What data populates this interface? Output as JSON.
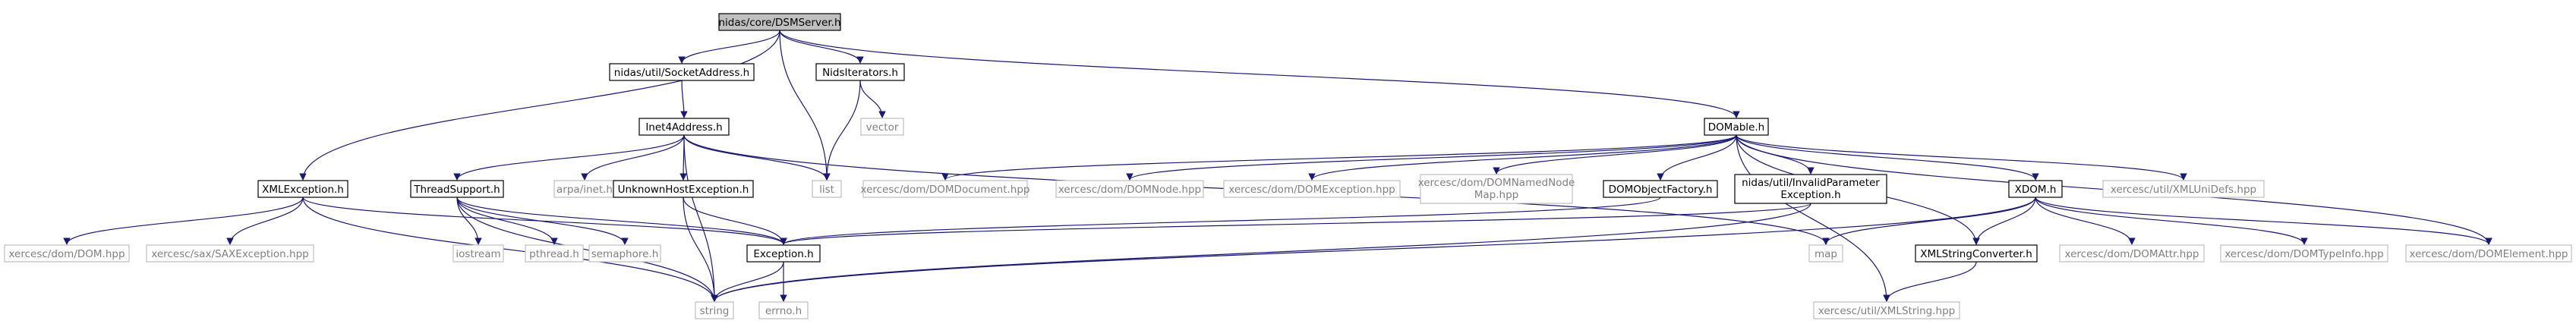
{
  "colors": {
    "edge": "#191970",
    "root_fill": "#bfbfbf",
    "documented_fill": "#ffffff",
    "documented_stroke": "#000000",
    "documented_text": "#000000",
    "external_stroke": "#bfbfbf",
    "external_text": "#808080"
  },
  "nodes": [
    {
      "id": "dsmserver",
      "label": "nidas/core/DSMServer.h",
      "kind": "root"
    },
    {
      "id": "socketaddress",
      "label": "nidas/util/SocketAddress.h",
      "kind": "documented"
    },
    {
      "id": "nidsiterators",
      "label": "NidsIterators.h",
      "kind": "documented"
    },
    {
      "id": "xmlexception",
      "label": "XMLException.h",
      "kind": "documented"
    },
    {
      "id": "inet4address",
      "label": "Inet4Address.h",
      "kind": "documented"
    },
    {
      "id": "vector",
      "label": "vector",
      "kind": "external"
    },
    {
      "id": "list",
      "label": "list",
      "kind": "external"
    },
    {
      "id": "domable",
      "label": "DOMable.h",
      "kind": "documented"
    },
    {
      "id": "xercesdom",
      "label": "xercesc/dom/DOM.hpp",
      "kind": "external"
    },
    {
      "id": "saxexception",
      "label": "xercesc/sax/SAXException.hpp",
      "kind": "external"
    },
    {
      "id": "threadsupport",
      "label": "ThreadSupport.h",
      "kind": "documented"
    },
    {
      "id": "arpainet",
      "label": "arpa/inet.h",
      "kind": "external"
    },
    {
      "id": "unknownhost",
      "label": "UnknownHostException.h",
      "kind": "documented"
    },
    {
      "id": "iostream",
      "label": "iostream",
      "kind": "external"
    },
    {
      "id": "pthread",
      "label": "pthread.h",
      "kind": "external"
    },
    {
      "id": "semaphore",
      "label": "semaphore.h",
      "kind": "external"
    },
    {
      "id": "exception",
      "label": "Exception.h",
      "kind": "documented"
    },
    {
      "id": "string",
      "label": "string",
      "kind": "external"
    },
    {
      "id": "errno",
      "label": "errno.h",
      "kind": "external"
    },
    {
      "id": "domdocument",
      "label": "xercesc/dom/DOMDocument.hpp",
      "kind": "external"
    },
    {
      "id": "domnode",
      "label": "xercesc/dom/DOMNode.hpp",
      "kind": "external"
    },
    {
      "id": "domexception",
      "label": "xercesc/dom/DOMException.hpp",
      "kind": "external"
    },
    {
      "id": "domnamednodemap",
      "label": "xercesc/dom/DOMNamedNode Map.hpp",
      "lines": [
        "xercesc/dom/DOMNamedNode",
        "Map.hpp"
      ],
      "kind": "external"
    },
    {
      "id": "domobjectfactory",
      "label": "DOMObjectFactory.h",
      "kind": "documented"
    },
    {
      "id": "invalidparam",
      "label": "nidas/util/InvalidParameter Exception.h",
      "lines": [
        "nidas/util/InvalidParameter",
        "Exception.h"
      ],
      "kind": "documented"
    },
    {
      "id": "xdom",
      "label": "XDOM.h",
      "kind": "documented"
    },
    {
      "id": "xmlunidefs",
      "label": "xercesc/util/XMLUniDefs.hpp",
      "kind": "external"
    },
    {
      "id": "map",
      "label": "map",
      "kind": "external"
    },
    {
      "id": "xmlstringconverter",
      "label": "XMLStringConverter.h",
      "kind": "documented"
    },
    {
      "id": "domattr",
      "label": "xercesc/dom/DOMAttr.hpp",
      "kind": "external"
    },
    {
      "id": "domtypeinfo",
      "label": "xercesc/dom/DOMTypeInfo.hpp",
      "kind": "external"
    },
    {
      "id": "domelement",
      "label": "xercesc/dom/DOMElement.hpp",
      "kind": "external"
    },
    {
      "id": "xmlstring",
      "label": "xercesc/util/XMLString.hpp",
      "kind": "external"
    }
  ],
  "edges": [
    [
      "dsmserver",
      "socketaddress"
    ],
    [
      "dsmserver",
      "nidsiterators"
    ],
    [
      "dsmserver",
      "xmlexception"
    ],
    [
      "dsmserver",
      "list"
    ],
    [
      "dsmserver",
      "domable"
    ],
    [
      "socketaddress",
      "inet4address"
    ],
    [
      "nidsiterators",
      "vector"
    ],
    [
      "nidsiterators",
      "list"
    ],
    [
      "inet4address",
      "threadsupport"
    ],
    [
      "inet4address",
      "arpainet"
    ],
    [
      "inet4address",
      "unknownhost"
    ],
    [
      "inet4address",
      "list"
    ],
    [
      "inet4address",
      "map"
    ],
    [
      "inet4address",
      "string"
    ],
    [
      "xmlexception",
      "xercesdom"
    ],
    [
      "xmlexception",
      "saxexception"
    ],
    [
      "xmlexception",
      "exception"
    ],
    [
      "xmlexception",
      "string"
    ],
    [
      "threadsupport",
      "iostream"
    ],
    [
      "threadsupport",
      "pthread"
    ],
    [
      "threadsupport",
      "semaphore"
    ],
    [
      "threadsupport",
      "exception"
    ],
    [
      "threadsupport",
      "string"
    ],
    [
      "unknownhost",
      "exception"
    ],
    [
      "unknownhost",
      "string"
    ],
    [
      "exception",
      "string"
    ],
    [
      "exception",
      "errno"
    ],
    [
      "domable",
      "domdocument"
    ],
    [
      "domable",
      "domnode"
    ],
    [
      "domable",
      "domexception"
    ],
    [
      "domable",
      "domnamednodemap"
    ],
    [
      "domable",
      "domobjectfactory"
    ],
    [
      "domable",
      "invalidparam"
    ],
    [
      "domable",
      "xdom"
    ],
    [
      "domable",
      "xmlunidefs"
    ],
    [
      "domable",
      "domelement"
    ],
    [
      "domable",
      "xmlstringconverter"
    ],
    [
      "domable",
      "xmlstring"
    ],
    [
      "domobjectfactory",
      "exception"
    ],
    [
      "invalidparam",
      "exception"
    ],
    [
      "invalidparam",
      "string"
    ],
    [
      "xdom",
      "map"
    ],
    [
      "xdom",
      "xmlstringconverter"
    ],
    [
      "xdom",
      "domattr"
    ],
    [
      "xdom",
      "domtypeinfo"
    ],
    [
      "xdom",
      "domelement"
    ],
    [
      "xdom",
      "string"
    ],
    [
      "xmlstringconverter",
      "xmlstring"
    ]
  ]
}
